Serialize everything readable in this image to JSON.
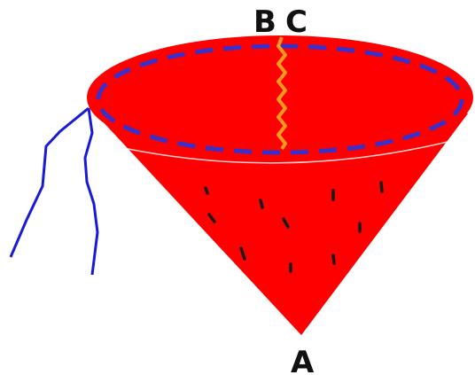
{
  "labels": {
    "b": "B",
    "c": "C",
    "a": "A"
  },
  "colors": {
    "cone_fill": "#ff0000",
    "dashed_rim": "#3b2fc9",
    "seam_line": "#ff9a1a",
    "strings": "#1a1ad6",
    "seeds": "#1a1a1a",
    "label": "#111111"
  },
  "icons": {
    "shape": "cone-icon"
  }
}
